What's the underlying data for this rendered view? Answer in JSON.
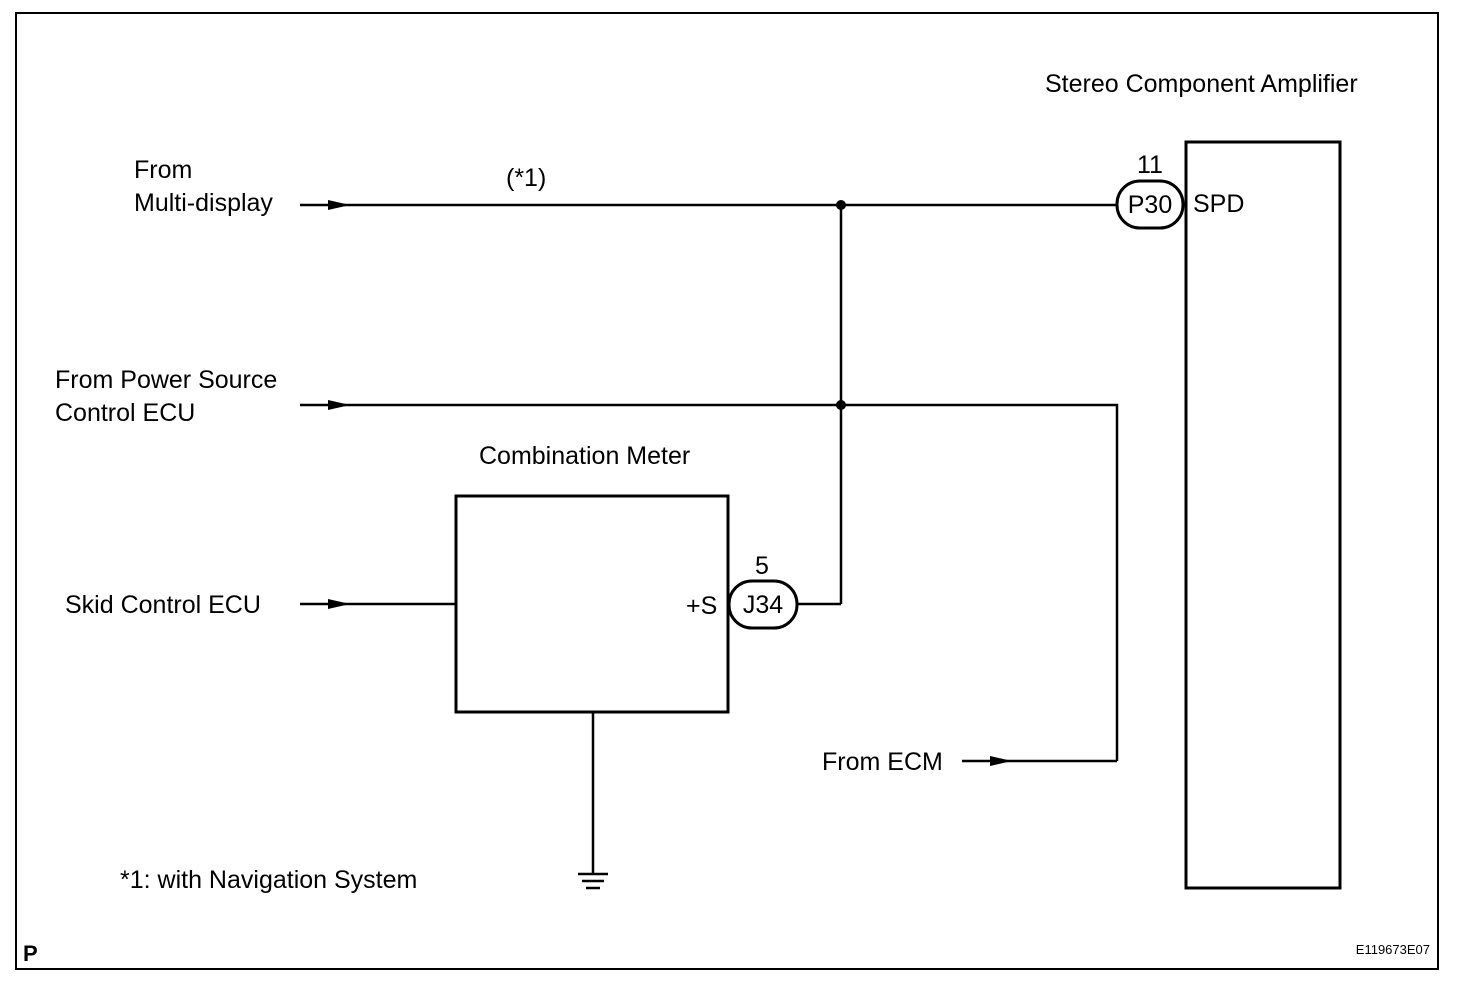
{
  "components": {
    "stereo_amplifier": {
      "name": "Stereo Component Amplifier",
      "terminal": "SPD",
      "connector": "P30",
      "pin": "11"
    },
    "combination_meter": {
      "name": "Combination Meter",
      "terminal": "+S",
      "connector": "J34",
      "pin": "5"
    }
  },
  "sources": {
    "multi_display": {
      "line1": "From",
      "line2": "Multi-display",
      "note_ref": "(*1)"
    },
    "power_source": {
      "line1": "From Power Source",
      "line2": "Control ECU"
    },
    "skid_control": {
      "label": "Skid Control ECU"
    },
    "ecm": {
      "label": "From ECM"
    }
  },
  "footnote": "*1: with Navigation System",
  "corner_mark": "P",
  "figure_id": "E119673E07"
}
